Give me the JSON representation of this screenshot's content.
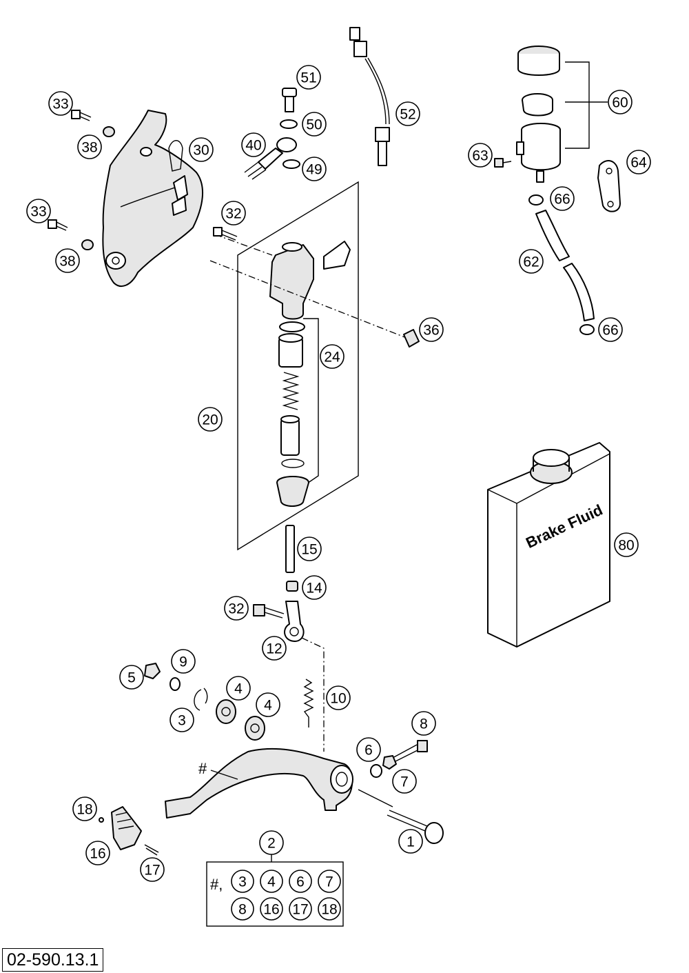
{
  "drawing_number": "02-590.13.1",
  "bottle_label": "Brake Fluid",
  "hash_mark": "#",
  "kit": {
    "prefix": "#,",
    "row1": [
      "3",
      "4",
      "6",
      "7"
    ],
    "row2": [
      "8",
      "16",
      "17",
      "18"
    ]
  },
  "callouts": [
    {
      "id": "c51",
      "label": "51"
    },
    {
      "id": "c50",
      "label": "50"
    },
    {
      "id": "c49",
      "label": "49"
    },
    {
      "id": "c40",
      "label": "40"
    },
    {
      "id": "c52",
      "label": "52"
    },
    {
      "id": "c33a",
      "label": "33"
    },
    {
      "id": "c38a",
      "label": "38"
    },
    {
      "id": "c30",
      "label": "30"
    },
    {
      "id": "c33b",
      "label": "33"
    },
    {
      "id": "c38b",
      "label": "38"
    },
    {
      "id": "c32a",
      "label": "32"
    },
    {
      "id": "c60",
      "label": "60"
    },
    {
      "id": "c63",
      "label": "63"
    },
    {
      "id": "c64",
      "label": "64"
    },
    {
      "id": "c66a",
      "label": "66"
    },
    {
      "id": "c62",
      "label": "62"
    },
    {
      "id": "c66b",
      "label": "66"
    },
    {
      "id": "c36",
      "label": "36"
    },
    {
      "id": "c24",
      "label": "24"
    },
    {
      "id": "c20",
      "label": "20"
    },
    {
      "id": "c80",
      "label": "80"
    },
    {
      "id": "c15",
      "label": "15"
    },
    {
      "id": "c14",
      "label": "14"
    },
    {
      "id": "c32b",
      "label": "32"
    },
    {
      "id": "c12",
      "label": "12"
    },
    {
      "id": "c9",
      "label": "9"
    },
    {
      "id": "c5",
      "label": "5"
    },
    {
      "id": "c4a",
      "label": "4"
    },
    {
      "id": "c10",
      "label": "10"
    },
    {
      "id": "c4b",
      "label": "4"
    },
    {
      "id": "c3",
      "label": "3"
    },
    {
      "id": "c8",
      "label": "8"
    },
    {
      "id": "c6",
      "label": "6"
    },
    {
      "id": "c7",
      "label": "7"
    },
    {
      "id": "c18",
      "label": "18"
    },
    {
      "id": "c16",
      "label": "16"
    },
    {
      "id": "c17",
      "label": "17"
    },
    {
      "id": "c1",
      "label": "1"
    },
    {
      "id": "c2",
      "label": "2"
    }
  ]
}
